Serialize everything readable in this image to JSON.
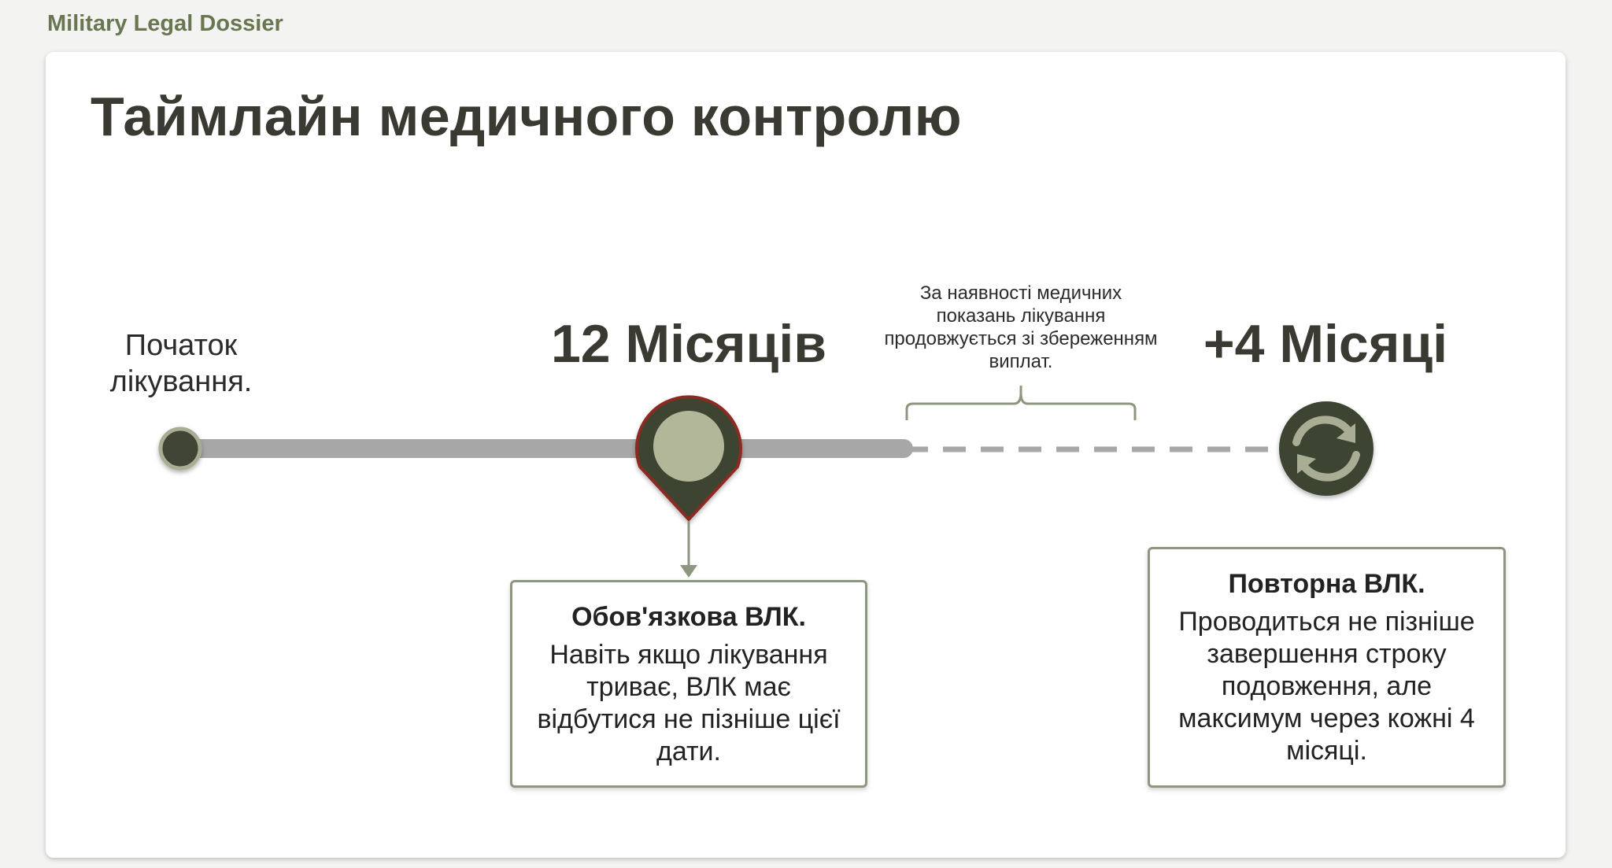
{
  "header": {
    "brand": "Military Legal Dossier"
  },
  "title": "Таймлайн медичного контролю",
  "timeline": {
    "start_label": "Початок лікування.",
    "milestone_1": {
      "label": "12 Місяців"
    },
    "milestone_2": {
      "label": "+4 Місяці"
    },
    "extension_note": "За наявності медичних показань лікування продовжується зі збереженням виплат."
  },
  "callouts": [
    {
      "title": "Обов'язкова ВЛК.",
      "body": "Навіть якщо лікування триває, ВЛК має відбутися не пізніше цієї дати."
    },
    {
      "title": "Повторна ВЛК.",
      "body": "Проводиться не пізніше завершення строку подовження, але максимум через кожні 4 місяці."
    }
  ],
  "colors": {
    "olive_dark": "#3e4433",
    "olive_light": "#b3b79a",
    "timeline_gray": "#a7a7a7",
    "marker_red": "#8b2a22",
    "brand_green": "#6a7651"
  },
  "icons": {
    "milestone_1": "location-pin-icon",
    "milestone_2": "refresh-icon"
  }
}
